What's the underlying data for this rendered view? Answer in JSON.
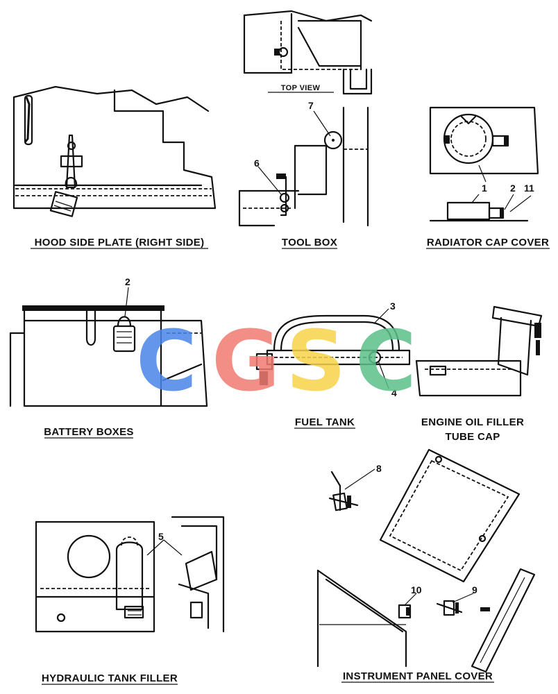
{
  "captions": {
    "top_view": "TOP VIEW",
    "hood_side_plate": "HOOD SIDE PLATE (RIGHT SIDE)",
    "tool_box": "TOOL BOX",
    "radiator_cap_cover": "RADIATOR CAP COVER",
    "battery_boxes": "BATTERY BOXES",
    "fuel_tank": "FUEL TANK",
    "engine_oil_line1": "ENGINE OIL FILLER",
    "engine_oil_line2": "TUBE CAP",
    "hydraulic_tank_filler": "HYDRAULIC TANK FILLER",
    "instrument_panel_cover": "INSTRUMENT PANEL COVER"
  },
  "callouts": {
    "c1": "1",
    "c2": "2",
    "c2b": "2",
    "c3": "3",
    "c4": "4",
    "c5": "5",
    "c6": "6",
    "c7": "7",
    "c8": "8",
    "c9": "9",
    "c10": "10",
    "c11": "11"
  },
  "watermark": {
    "letters": [
      "C",
      "G",
      "S",
      "C"
    ],
    "colors": [
      "#4a86e8",
      "#f07b72",
      "#f6d34a",
      "#5cc08a"
    ]
  }
}
